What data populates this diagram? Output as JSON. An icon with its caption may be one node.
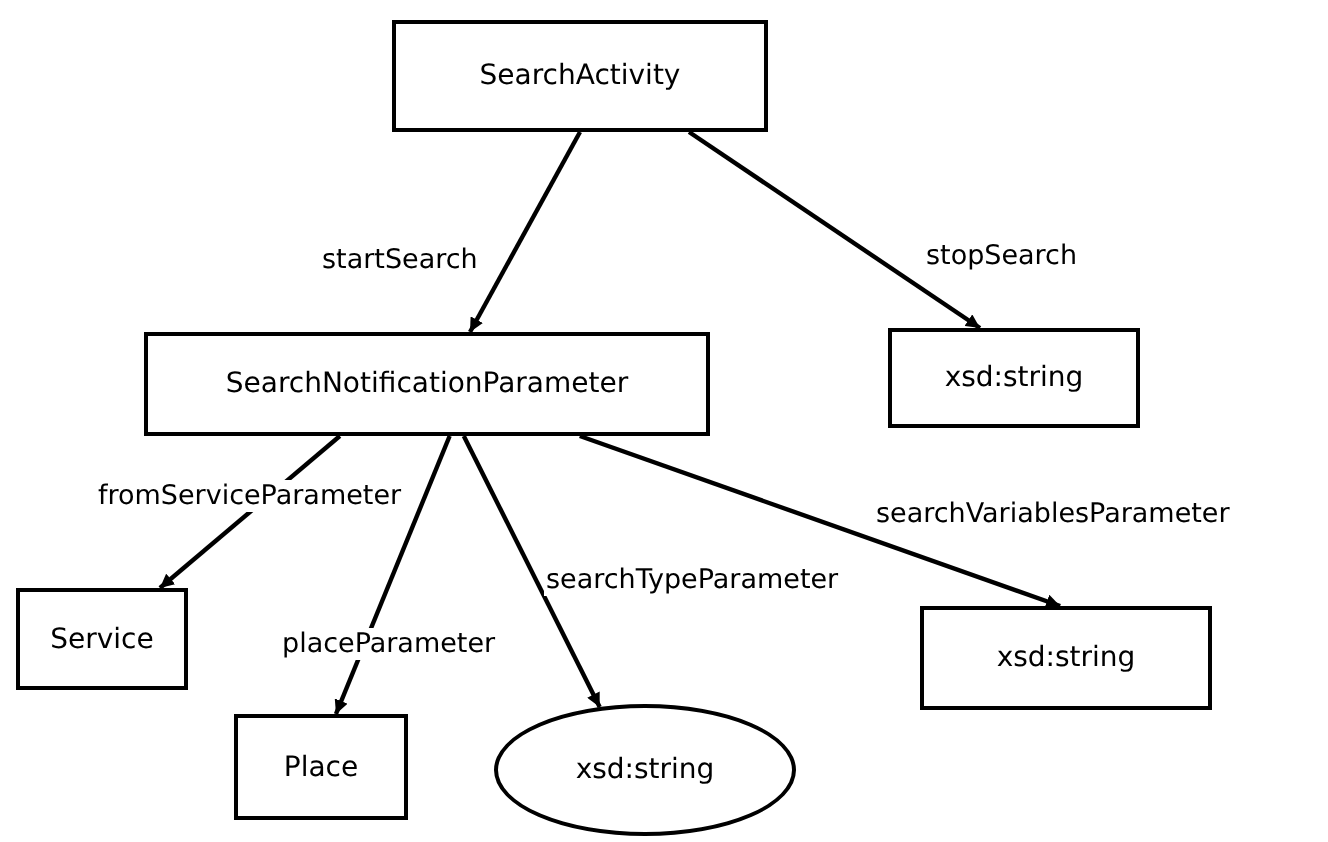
{
  "diagram": {
    "nodes": [
      {
        "text": [
          "SearchActivity"
        ]
      },
      {
        "text": [
          "SearchNotificationParameter"
        ]
      },
      {
        "text": [
          "xsd:string"
        ]
      },
      {
        "text": [
          "Service"
        ]
      },
      {
        "text": [
          "Place"
        ]
      },
      {
        "text": [
          "xsd:string"
        ]
      },
      {
        "text": [
          "xsd:string"
        ]
      }
    ],
    "edges": [
      {
        "from": 0,
        "to": 1,
        "arrow": "to",
        "label": "startSearch"
      },
      {
        "from": 0,
        "to": 2,
        "arrow": "to",
        "label": "stopSearch"
      },
      {
        "from": 1,
        "to": 3,
        "arrow": "to",
        "label": "fromServiceParameter"
      },
      {
        "from": 1,
        "to": 4,
        "arrow": "to",
        "label": "placeParameter"
      },
      {
        "from": 1,
        "to": 5,
        "arrow": "to",
        "label": "searchTypeParameter"
      },
      {
        "from": 1,
        "to": 6,
        "arrow": "to",
        "label": "searchVariablesParameter"
      }
    ]
  }
}
